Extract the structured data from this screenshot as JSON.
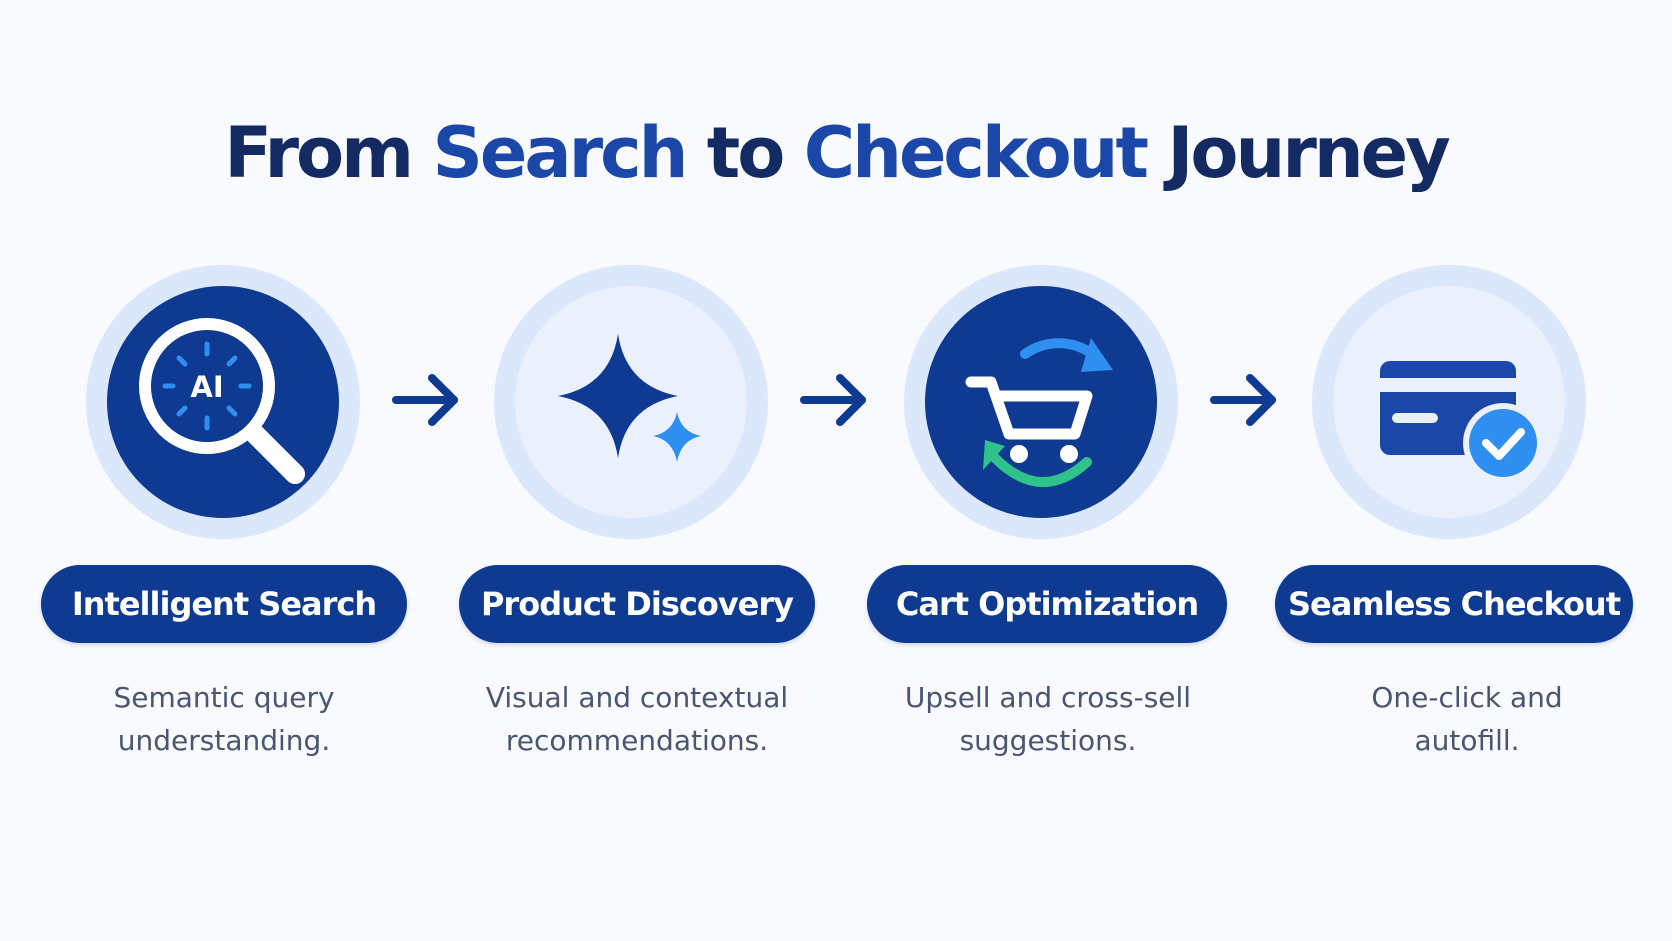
{
  "title": {
    "part1": "From ",
    "highlight1": "Search",
    "part2": " to ",
    "highlight2": "Checkout",
    "part3": " Journey"
  },
  "steps": [
    {
      "icon": "ai-search-icon",
      "label": "Intelligent Search",
      "description": [
        "Semantic query",
        "understanding."
      ]
    },
    {
      "icon": "sparkle-icon",
      "label": "Product Discovery",
      "description": [
        "Visual and contextual",
        "recommendations."
      ]
    },
    {
      "icon": "cart-sync-icon",
      "label": "Cart Optimization",
      "description": [
        "Upsell and cross-sell",
        "suggestions."
      ]
    },
    {
      "icon": "card-check-icon",
      "label": "Seamless Checkout",
      "description": [
        "One-click and",
        "autofill."
      ]
    }
  ],
  "icon_text": {
    "ai": "AI"
  },
  "colors": {
    "navy": "#0f3a91",
    "title": "#132a63",
    "accent": "#1a47a8",
    "halo": "#dbe7fb",
    "bright_blue": "#2f8ff0",
    "green": "#2fc28a"
  }
}
